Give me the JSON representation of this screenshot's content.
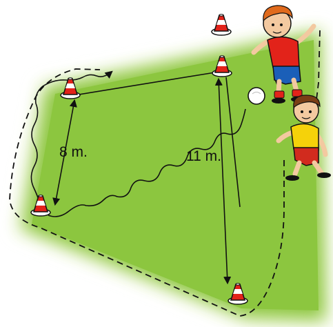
{
  "labels": {
    "short_side": "8 m.",
    "long_side": "11 m."
  },
  "colors": {
    "field_green": "#8CC63F",
    "field_glow": "#E6F2C8",
    "cone_red": "#E2231A",
    "cone_white": "#FFFFFF",
    "shirt_red": "#E2231A",
    "shorts_blue": "#1B5FB8",
    "shirt_yellow": "#F5D20A",
    "shorts_red": "#D12B1E",
    "hair_orange": "#E06A1C",
    "hair_brown": "#7A3E16"
  },
  "icons": [
    "cone-icon",
    "soccer-ball-icon",
    "player-kicking",
    "player-running"
  ]
}
